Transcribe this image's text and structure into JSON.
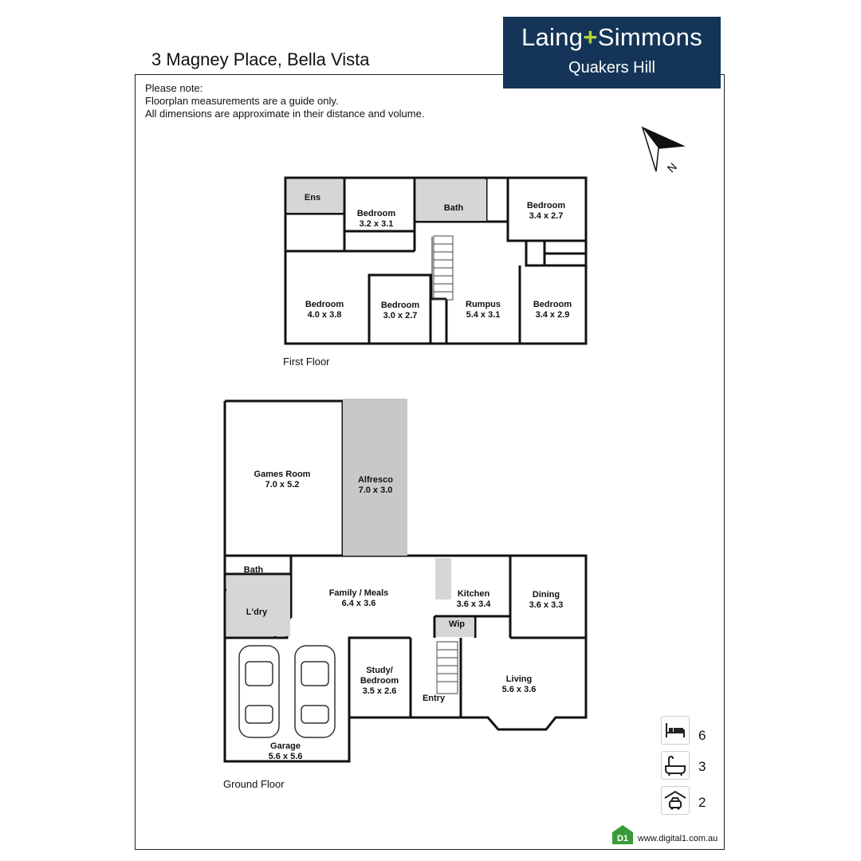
{
  "header": {
    "address": "3 Magney Place, Bella Vista"
  },
  "logo": {
    "brand_part1": "Laing",
    "brand_plus": "+",
    "brand_part2": "Simmons",
    "office": "Quakers Hill",
    "bg_color": "#143557",
    "accent_color": "#b5d333"
  },
  "note": {
    "line1": "Please note:",
    "line2": "Floorplan measurements are a guide only.",
    "line3": "All dimensions are approximate in their distance and volume."
  },
  "compass": {
    "icon": "north-arrow-icon",
    "letter": "N"
  },
  "first_floor": {
    "label": "First Floor",
    "rooms": [
      {
        "name": "Ens",
        "dim": ""
      },
      {
        "name": "Bedroom",
        "dim": "3.2 x 3.1"
      },
      {
        "name": "Bath",
        "dim": ""
      },
      {
        "name": "Bedroom",
        "dim": "3.4 x 2.7"
      },
      {
        "name": "Bedroom",
        "dim": "4.0 x 3.8"
      },
      {
        "name": "Bedroom",
        "dim": "3.0 x 2.7"
      },
      {
        "name": "Rumpus",
        "dim": "5.4 x 3.1"
      },
      {
        "name": "Bedroom",
        "dim": "3.4 x 2.9"
      }
    ]
  },
  "ground_floor": {
    "label": "Ground Floor",
    "rooms": [
      {
        "name": "Games Room",
        "dim": "7.0 x 5.2"
      },
      {
        "name": "Alfresco",
        "dim": "7.0 x 3.0"
      },
      {
        "name": "Bath",
        "dim": ""
      },
      {
        "name": "L'dry",
        "dim": ""
      },
      {
        "name": "Family / Meals",
        "dim": "6.4 x 3.6"
      },
      {
        "name": "Kitchen",
        "dim": "3.6 x 3.4"
      },
      {
        "name": "Wip",
        "dim": ""
      },
      {
        "name": "Dining",
        "dim": "3.6 x 3.3"
      },
      {
        "name": "Study/",
        "dim": "Bedroom"
      },
      {
        "name": "3.5 x 2.6",
        "dim": ""
      },
      {
        "name": "Entry",
        "dim": ""
      },
      {
        "name": "Living",
        "dim": "5.6 x 3.6"
      },
      {
        "name": "Garage",
        "dim": "5.6 x 5.6"
      }
    ]
  },
  "features": [
    {
      "icon": "bed-icon",
      "count": "6"
    },
    {
      "icon": "bathtub-icon",
      "count": "3"
    },
    {
      "icon": "garage-car-icon",
      "count": "2"
    }
  ],
  "footer": {
    "badge": "D1",
    "website": "www.digital1.com.au",
    "badge_color": "#3a9b3a"
  }
}
